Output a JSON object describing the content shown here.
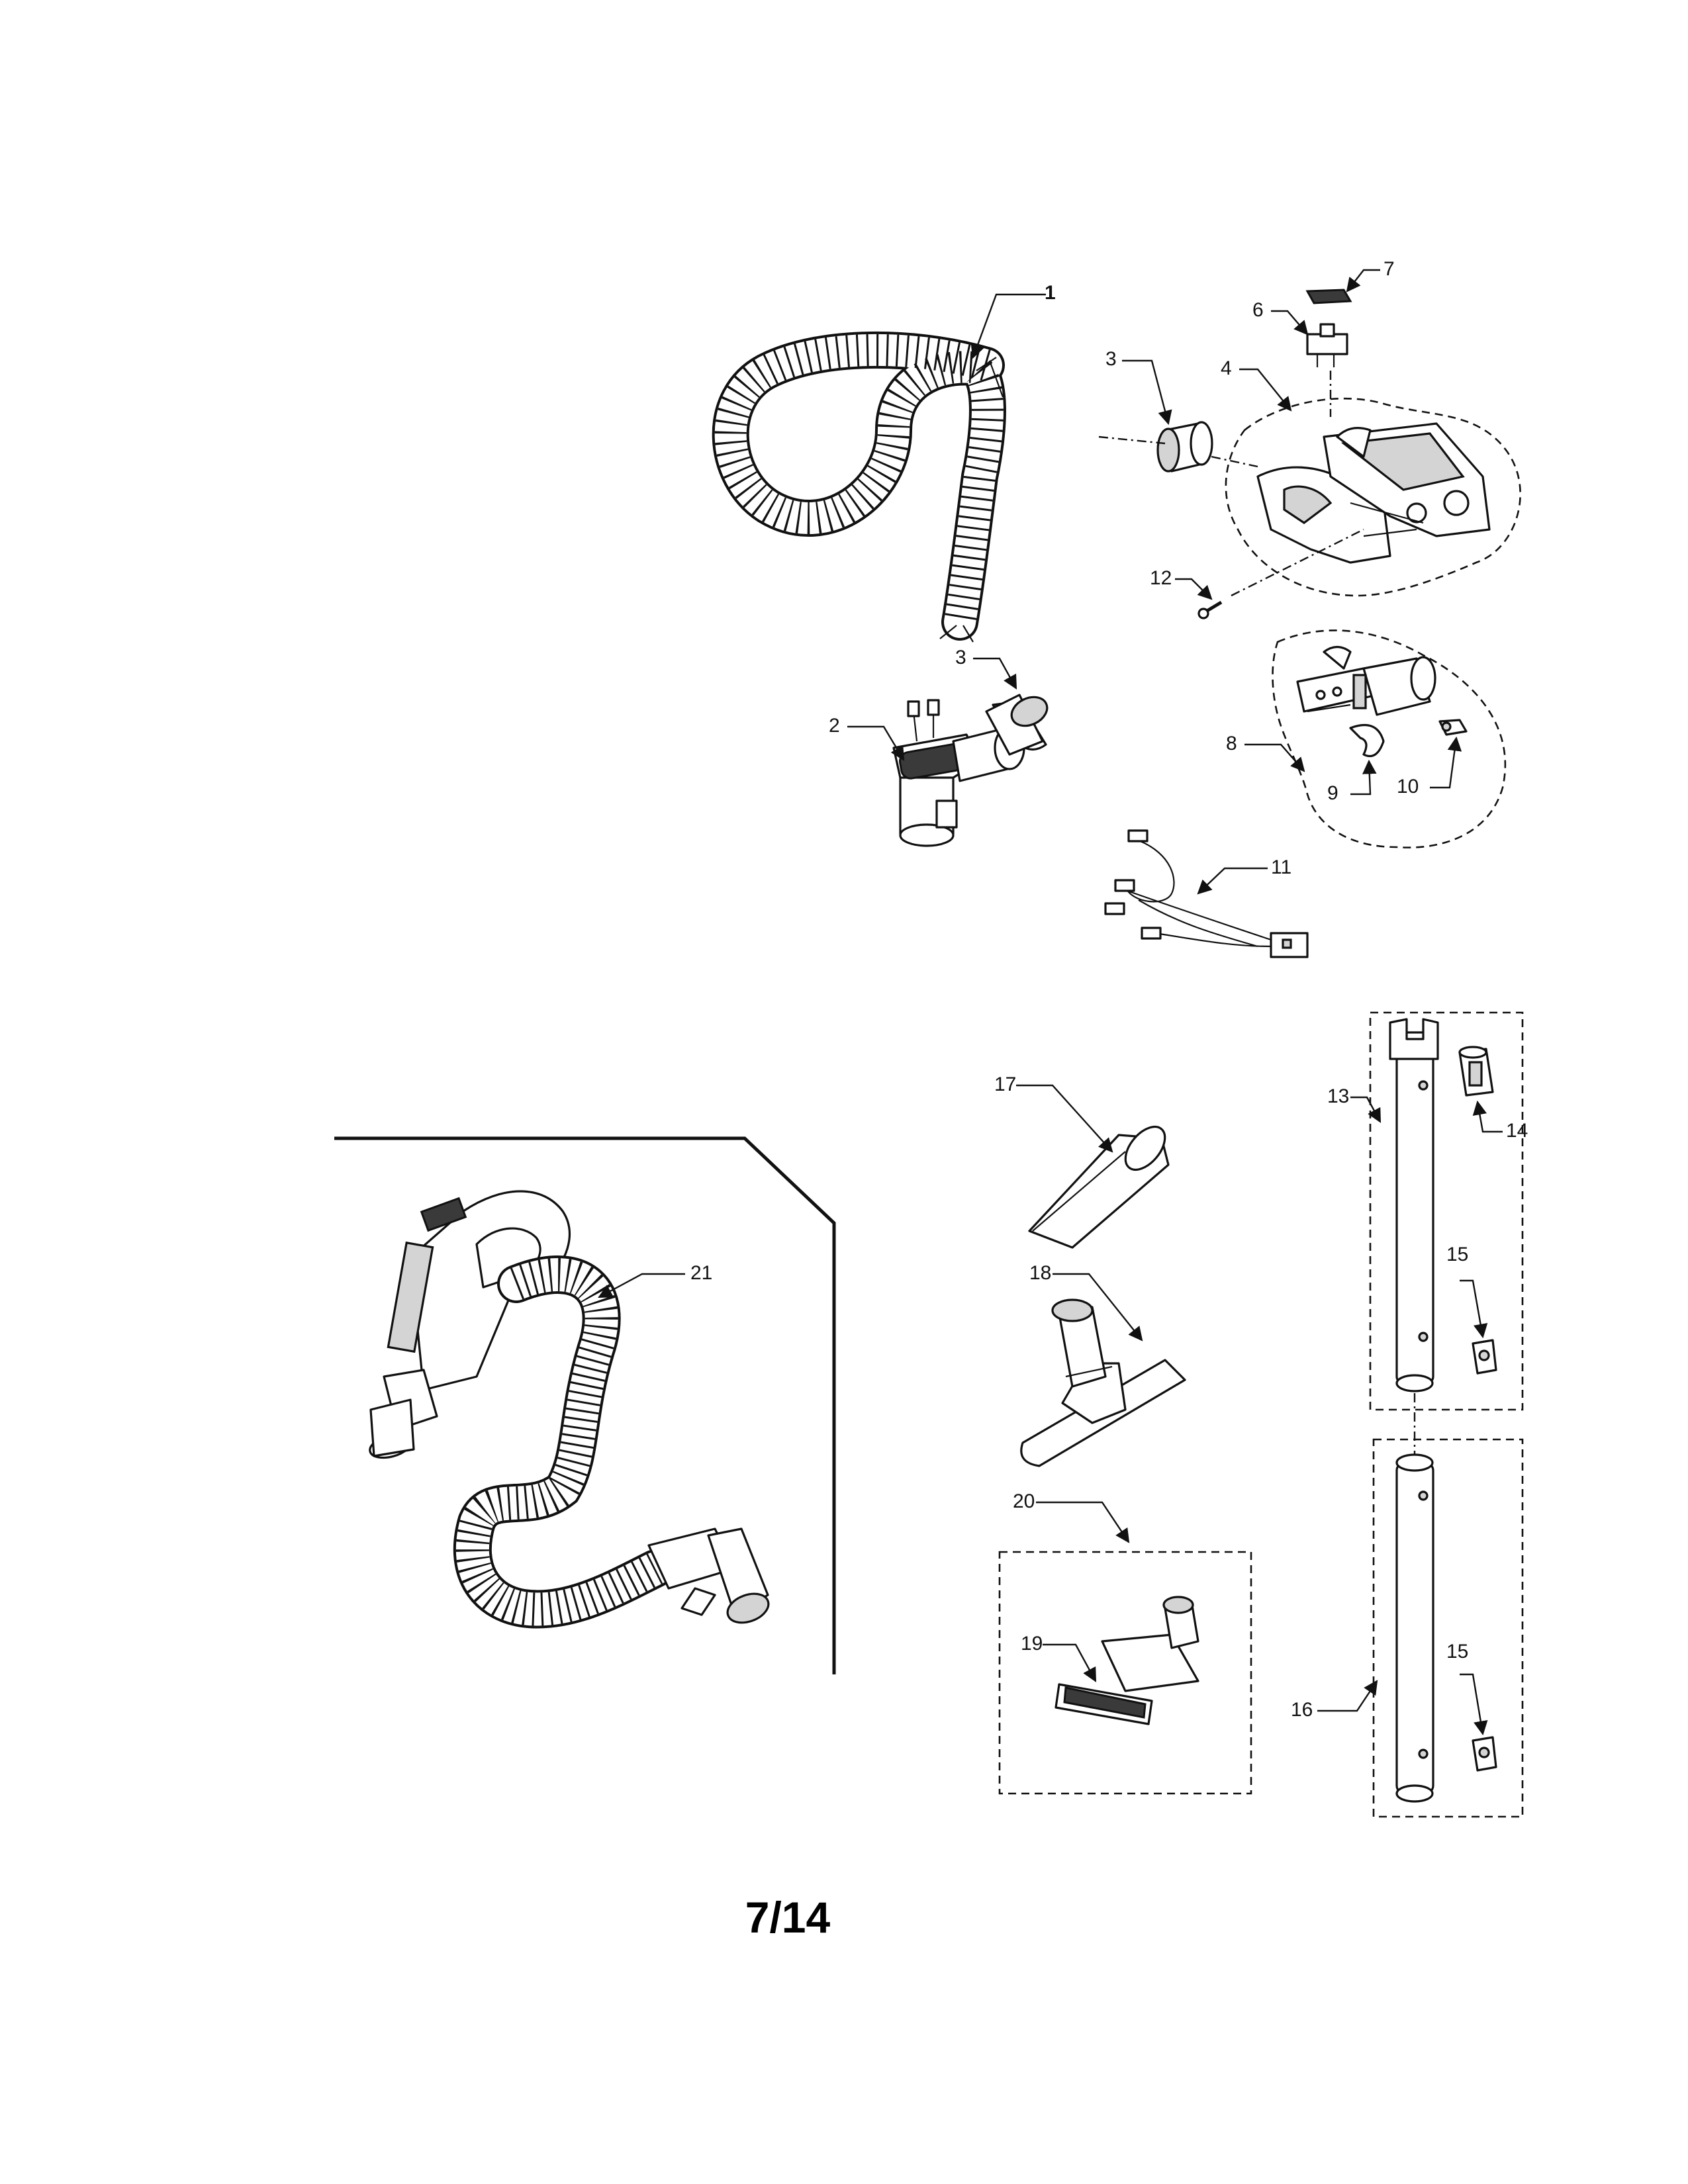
{
  "page_number": "7/14",
  "callouts": {
    "c1": "1",
    "c2": "2",
    "c3a": "3",
    "c3b": "3",
    "c4": "4",
    "c6": "6",
    "c7": "7",
    "c8": "8",
    "c9": "9",
    "c10": "10",
    "c11": "11",
    "c12": "12",
    "c13": "13",
    "c14": "14",
    "c15a": "15",
    "c15b": "15",
    "c16": "16",
    "c17": "17",
    "c18": "18",
    "c19": "19",
    "c20": "20",
    "c21": "21"
  },
  "icons": [
    "hose-assembly",
    "swivel-connector",
    "hose-cuff",
    "handle-housing",
    "switch",
    "switch-cap",
    "wand-adapter-assembly",
    "latch-clip",
    "latch-spring",
    "wire-harness",
    "screw",
    "upper-wand",
    "wand-sleeve",
    "wand-latch",
    "lower-wand",
    "crevice-tool",
    "floor-brush-tool",
    "dusting-brush",
    "upholstery-tool",
    "hose-and-handle-assembly"
  ]
}
